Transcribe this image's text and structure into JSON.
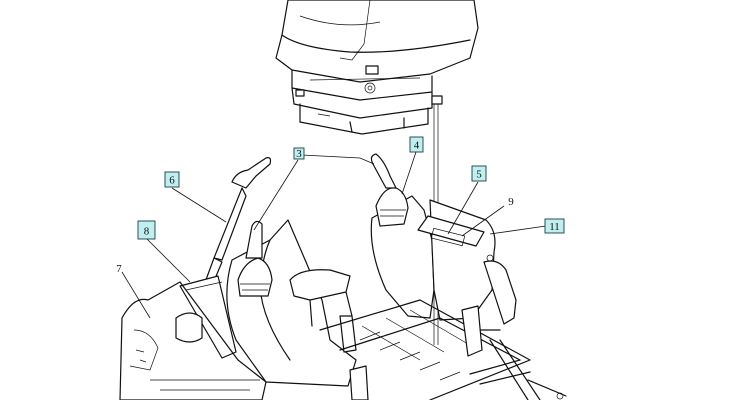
{
  "diagram": {
    "accent_color": "#bfeff0",
    "callouts": [
      {
        "id": "c3",
        "label": "3",
        "boxed": true
      },
      {
        "id": "c4",
        "label": "4",
        "boxed": true
      },
      {
        "id": "c5",
        "label": "5",
        "boxed": true
      },
      {
        "id": "c6",
        "label": "6",
        "boxed": true
      },
      {
        "id": "c7",
        "label": "7",
        "boxed": false
      },
      {
        "id": "c8",
        "label": "8",
        "boxed": true
      },
      {
        "id": "c9",
        "label": "9",
        "boxed": false
      },
      {
        "id": "c11",
        "label": "11",
        "boxed": true
      }
    ]
  }
}
